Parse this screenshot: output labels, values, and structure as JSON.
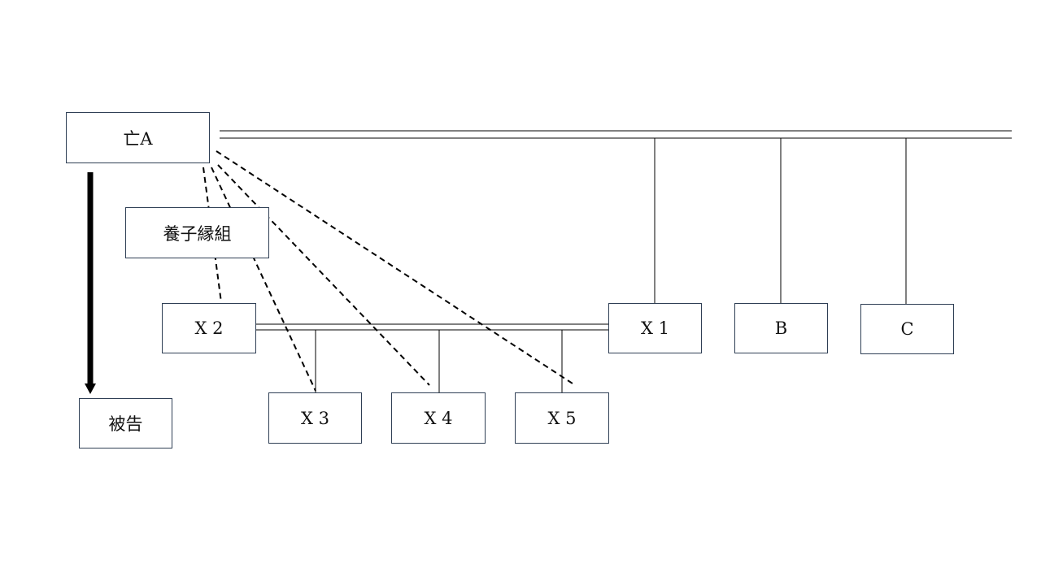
{
  "colors": {
    "box_border": "#2f3f55",
    "line": "#000000",
    "background": "#ffffff"
  },
  "nodes": {
    "deceased_a": "亡A",
    "adoption": "養子縁組",
    "x2": "X 2",
    "x1": "X 1",
    "b": "B",
    "c": "C",
    "x3": "X 3",
    "x4": "X 4",
    "x5": "X 5",
    "defendant": "被告"
  }
}
